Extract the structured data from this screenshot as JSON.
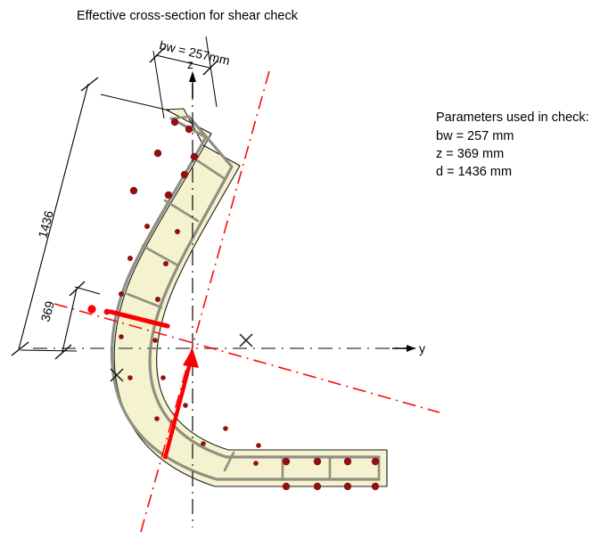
{
  "title": "Effective cross-section for shear check",
  "parameters": {
    "heading": "Parameters used in check:",
    "lines": [
      "bw = 257 mm",
      "z = 369 mm",
      "d = 1436 mm"
    ],
    "bw_value": "257",
    "z_value": "369",
    "d_value": "1436",
    "unit": "mm"
  },
  "dimensions": {
    "bw_label": "bw = 257mm",
    "d_label": "1436",
    "z_label": "369"
  },
  "axes": {
    "vertical_label": "z",
    "horizontal_label": "y"
  },
  "markers": {
    "centroid_icon": "cross-x-marker",
    "shear_centre_icon": "cross-x-marker",
    "force_arrow_icon": "shear-force-arrow",
    "neutral_axis_icon": "neutral-axis-line"
  },
  "colors": {
    "section_fill": "#f5f3cf",
    "section_outline": "#1a1a1a",
    "stirrup": "#8f8f82",
    "rebar": "#8f1111",
    "red_accent": "#fb0000",
    "axis_gray": "#808080",
    "text": "#000000"
  },
  "geometry": {
    "section_shape": "C-shaped curved reinforced concrete cross-section",
    "upper_leg_cells": 4,
    "lower_leg_cells": 3
  }
}
